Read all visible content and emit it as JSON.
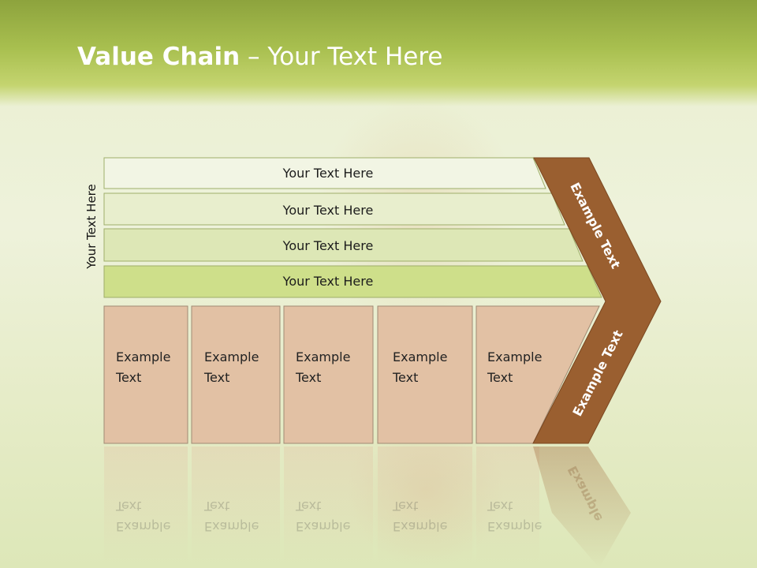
{
  "title": {
    "bold": "Value Chain",
    "rest": " – Your Text Here"
  },
  "side_label": "Your Text Here",
  "bars": [
    {
      "label": "Your Text Here"
    },
    {
      "label": "Your Text Here"
    },
    {
      "label": "Your Text Here"
    },
    {
      "label": "Your Text Here"
    }
  ],
  "boxes": [
    {
      "line1": "Example",
      "line2": "Text"
    },
    {
      "line1": "Example",
      "line2": "Text"
    },
    {
      "line1": "Example",
      "line2": "Text"
    },
    {
      "line1": "Example",
      "line2": "Text"
    },
    {
      "line1": "Example",
      "line2": "Text"
    }
  ],
  "chevron": {
    "upper_label": "Example Text",
    "lower_label": "Example Text",
    "reflection_label": "Example"
  },
  "colors": {
    "header": "#a8bf4f",
    "bar_fills": [
      "#f2f5e4",
      "#e8eecd",
      "#dde7b6",
      "#cedf8a"
    ],
    "box_fill": "#e2c1a4",
    "chevron": "#9a5f30"
  }
}
